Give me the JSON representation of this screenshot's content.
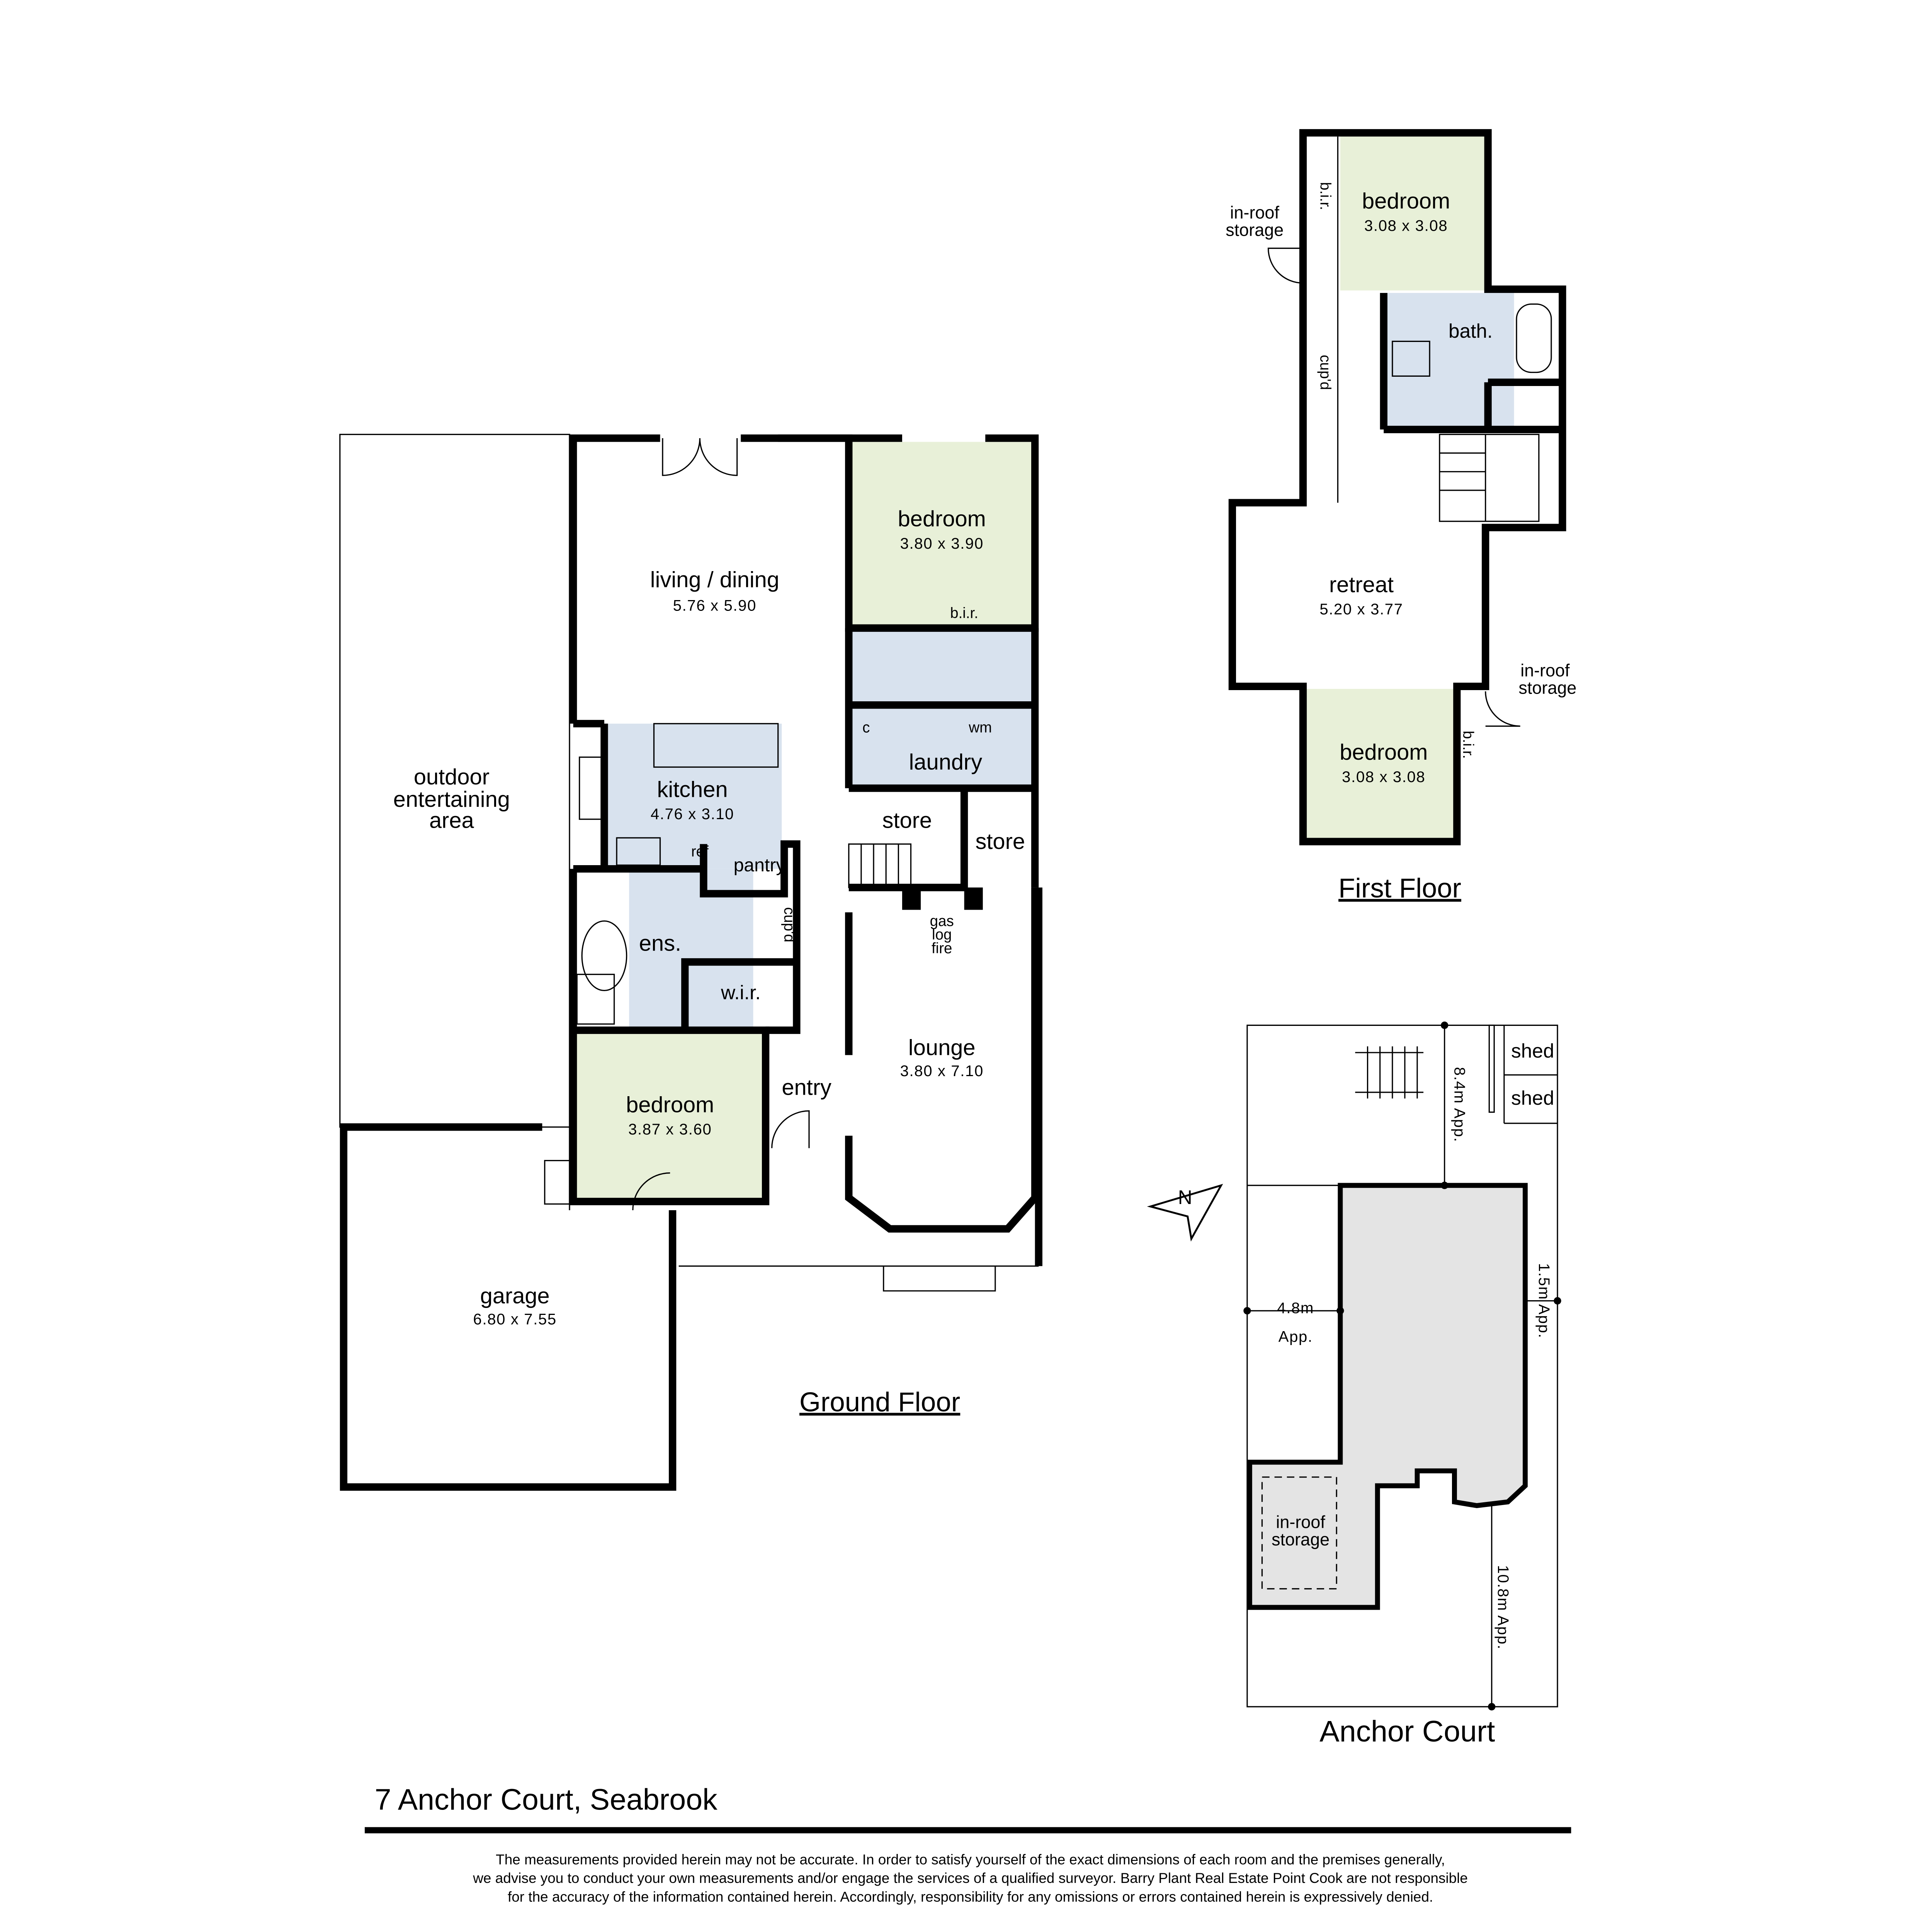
{
  "address": "7 Anchor Court, Seabrook",
  "ground_floor": {
    "label": "Ground Floor",
    "rooms": [
      {
        "name": "living / dining",
        "dims": "5.76  x  5.90"
      },
      {
        "name": "bedroom",
        "dims": "3.80  x  3.90"
      },
      {
        "name": "kitchen",
        "dims": "4.76  x  3.10"
      },
      {
        "name": "lounge",
        "dims": "3.80  x  7.10"
      },
      {
        "name": "bedroom",
        "dims": "3.87  x  3.60"
      },
      {
        "name": "garage",
        "dims": "6.80  x  7.55"
      }
    ],
    "labels": {
      "outdoor_1": "outdoor",
      "outdoor_2": "entertaining",
      "outdoor_3": "area",
      "bir": "b.i.r.",
      "laundry": "laundry",
      "c": "c",
      "wm": "wm",
      "store_1": "store",
      "store_2": "store",
      "ref": "ref",
      "pantry": "pantry",
      "ens": "ens.",
      "cupd": "cup'd",
      "wir": "w.i.r.",
      "entry": "entry",
      "gas": "gas",
      "log": "log",
      "fire": "fire"
    }
  },
  "first_floor": {
    "label": "First Floor",
    "rooms": [
      {
        "name": "bedroom",
        "dims": "3.08  x  3.08"
      },
      {
        "name": "retreat",
        "dims": "5.20  x  3.77"
      },
      {
        "name": "bedroom",
        "dims": "3.08  x  3.08"
      }
    ],
    "labels": {
      "bath": "bath.",
      "bir_1": "b.i.r.",
      "bir_2": "b.i.r.",
      "cupd": "cup'd",
      "inroof_1a": "in-roof",
      "inroof_1b": "storage",
      "inroof_2a": "in-roof",
      "inroof_2b": "storage"
    }
  },
  "site_plan": {
    "street": "Anchor Court",
    "north": "N",
    "shed_1": "shed",
    "shed_2": "shed",
    "dim_rear": "8.4m  App.",
    "dim_side_a": "4.8m",
    "dim_side_b": "App.",
    "dim_right": "1.5m  App.",
    "dim_front": "10.8m  App.",
    "inroof_a": "in-roof",
    "inroof_b": "storage"
  },
  "disclaimer": [
    "The measurements provided herein may not be accurate. In order to satisfy yourself of the exact dimensions of each room and the premises generally,",
    "we advise you to conduct your own measurements and/or engage the services of a qualified surveyor. Barry Plant Real Estate Point Cook are not responsible",
    "for the accuracy of the information contained herein. Accordingly, responsibility for any omissions or errors contained herein is expressively denied."
  ],
  "colors": {
    "bedroom": "#e8f0d8",
    "wet_area": "#d8e2ee",
    "site_house": "#e4e4e4"
  }
}
